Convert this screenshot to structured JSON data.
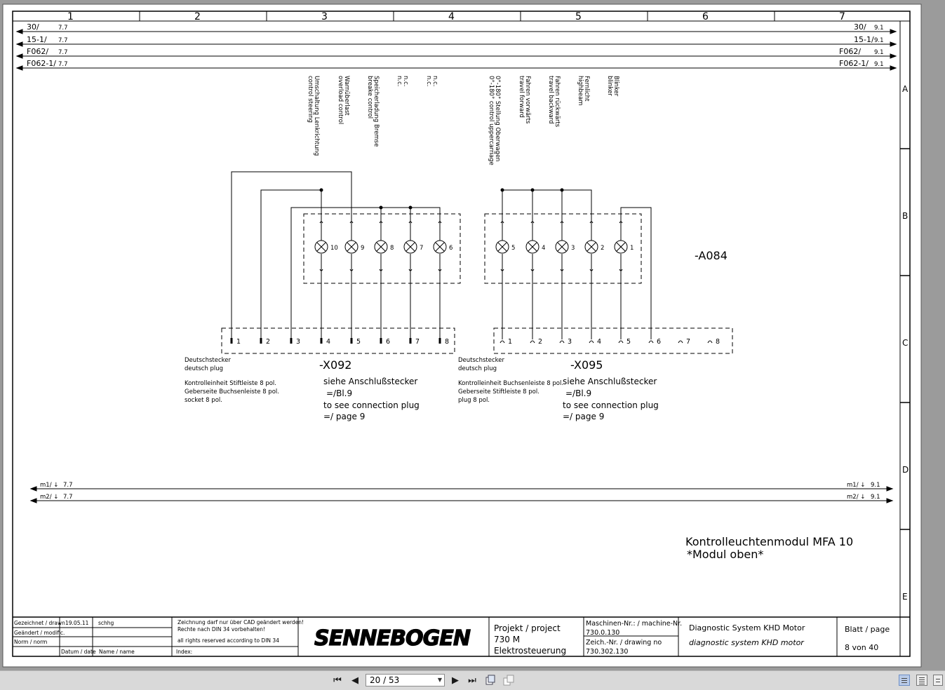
{
  "viewer": {
    "page_indicator": "20 / 53",
    "buttons": {
      "first": "⏮",
      "prev": "◀",
      "next": "▶",
      "last": "⏭"
    }
  },
  "drawing": {
    "columns": [
      "1",
      "2",
      "3",
      "4",
      "5",
      "6",
      "7"
    ],
    "rows": [
      "A",
      "B",
      "C",
      "D",
      "E"
    ],
    "bus_lines": [
      {
        "left": "30/",
        "left_ref": "7.7",
        "right": "30/",
        "right_ref": "9.1"
      },
      {
        "left": "15-1/",
        "left_ref": "7.7",
        "right": "15-1/",
        "right_ref": "9.1"
      },
      {
        "left": "F062/",
        "left_ref": "7.7",
        "right": "F062/",
        "right_ref": "9.1"
      },
      {
        "left": "F062-1/",
        "left_ref": "7.7",
        "right": "F062-1/",
        "right_ref": "9.1"
      }
    ],
    "mass_lines": [
      {
        "left": "m1/ ↓",
        "left_ref": "7.7",
        "right": "m1/ ↓",
        "right_ref": "9.1"
      },
      {
        "left": "m2/ ↓",
        "left_ref": "7.7",
        "right": "m2/ ↓",
        "right_ref": "9.1"
      }
    ],
    "signal_labels": [
      {
        "de": "Umschaltung Lenkrichtung",
        "en": "control steering"
      },
      {
        "de": "Warnüberlast",
        "en": "overload control"
      },
      {
        "de": "Speicherladung Bremse",
        "en": "breake control"
      },
      {
        "de": "n.c.",
        "en": "n.c."
      },
      {
        "de": "n.c.",
        "en": "n.c."
      },
      {
        "de": "0°-180° Stellung Oberwagen",
        "en": "0°-180° control uppercarriage"
      },
      {
        "de": "Fahren vorwärts",
        "en": "travel forward"
      },
      {
        "de": "Fahren rückwärts",
        "en": "travel backward"
      },
      {
        "de": "Fernlicht",
        "en": "highbeam"
      },
      {
        "de": "Blinker",
        "en": "blinker"
      }
    ],
    "lamp_numbers": [
      "10",
      "9",
      "8",
      "7",
      "6",
      "5",
      "4",
      "3",
      "2",
      "1"
    ],
    "module_id": "-A084",
    "connector_x092": {
      "id": "-X092",
      "pins": [
        "1",
        "2",
        "3",
        "4",
        "5",
        "6",
        "7",
        "8"
      ],
      "type_de": "Deutschstecker",
      "type_en": "deutsch plug",
      "desc": [
        "Kontrolleinheit Stiftleiste 8 pol.",
        "Geberseite Buchsenleiste 8 pol.",
        "socket 8 pol."
      ],
      "see": [
        "siehe Anschlußstecker",
        "=/Bl.9",
        "to see connection plug",
        "=/ page 9"
      ]
    },
    "connector_x095": {
      "id": "-X095",
      "pins": [
        "1",
        "2",
        "3",
        "4",
        "5",
        "6",
        "7",
        "8"
      ],
      "type_de": "Deutschstecker",
      "type_en": "deutsch plug",
      "desc": [
        "Kontrolleinheit Buchsenleiste 8 pol.",
        "Geberseite Stiftleiste 8 pol.",
        "plug 8 pol."
      ],
      "see": [
        "siehe Anschlußstecker",
        "=/Bl.9",
        "to see connection plug",
        "=/ page 9"
      ]
    },
    "title_main": "Kontrolleuchtenmodul MFA 10",
    "title_sub": "*Modul oben*"
  },
  "title_block": {
    "drawn_label": "Gezeichnet / drawn",
    "drawn_date": "19.05.11",
    "drawn_name": "schhg",
    "modified_label": "Geändert / modific.",
    "norm_label": "Norm / norm",
    "date_label": "Datum / date",
    "name_label": "Name / name",
    "note1": "Zeichnung darf nur  über CAD geändert werden!",
    "note2": "Rechte nach DIN 34 vorbehalten!",
    "note3": "all rights reserved according to DIN 34",
    "index_label": "Index:",
    "logo": "SENNEBOGEN",
    "project_label": "Projekt / project",
    "project_value": "730 M",
    "project_desc": "Elektrosteuerung",
    "machine_label": "Maschinen-Nr.:  / machine-Nr.",
    "machine_value": "730.0.130",
    "drawing_label": "Zeich.-Nr. / drawing no",
    "drawing_value": "730.302.130",
    "system_de": "Diagnostic System KHD Motor",
    "system_en": "diagnostic system KHD motor",
    "sheet_label": "Blatt / page",
    "sheet_value": "8 von 40"
  }
}
